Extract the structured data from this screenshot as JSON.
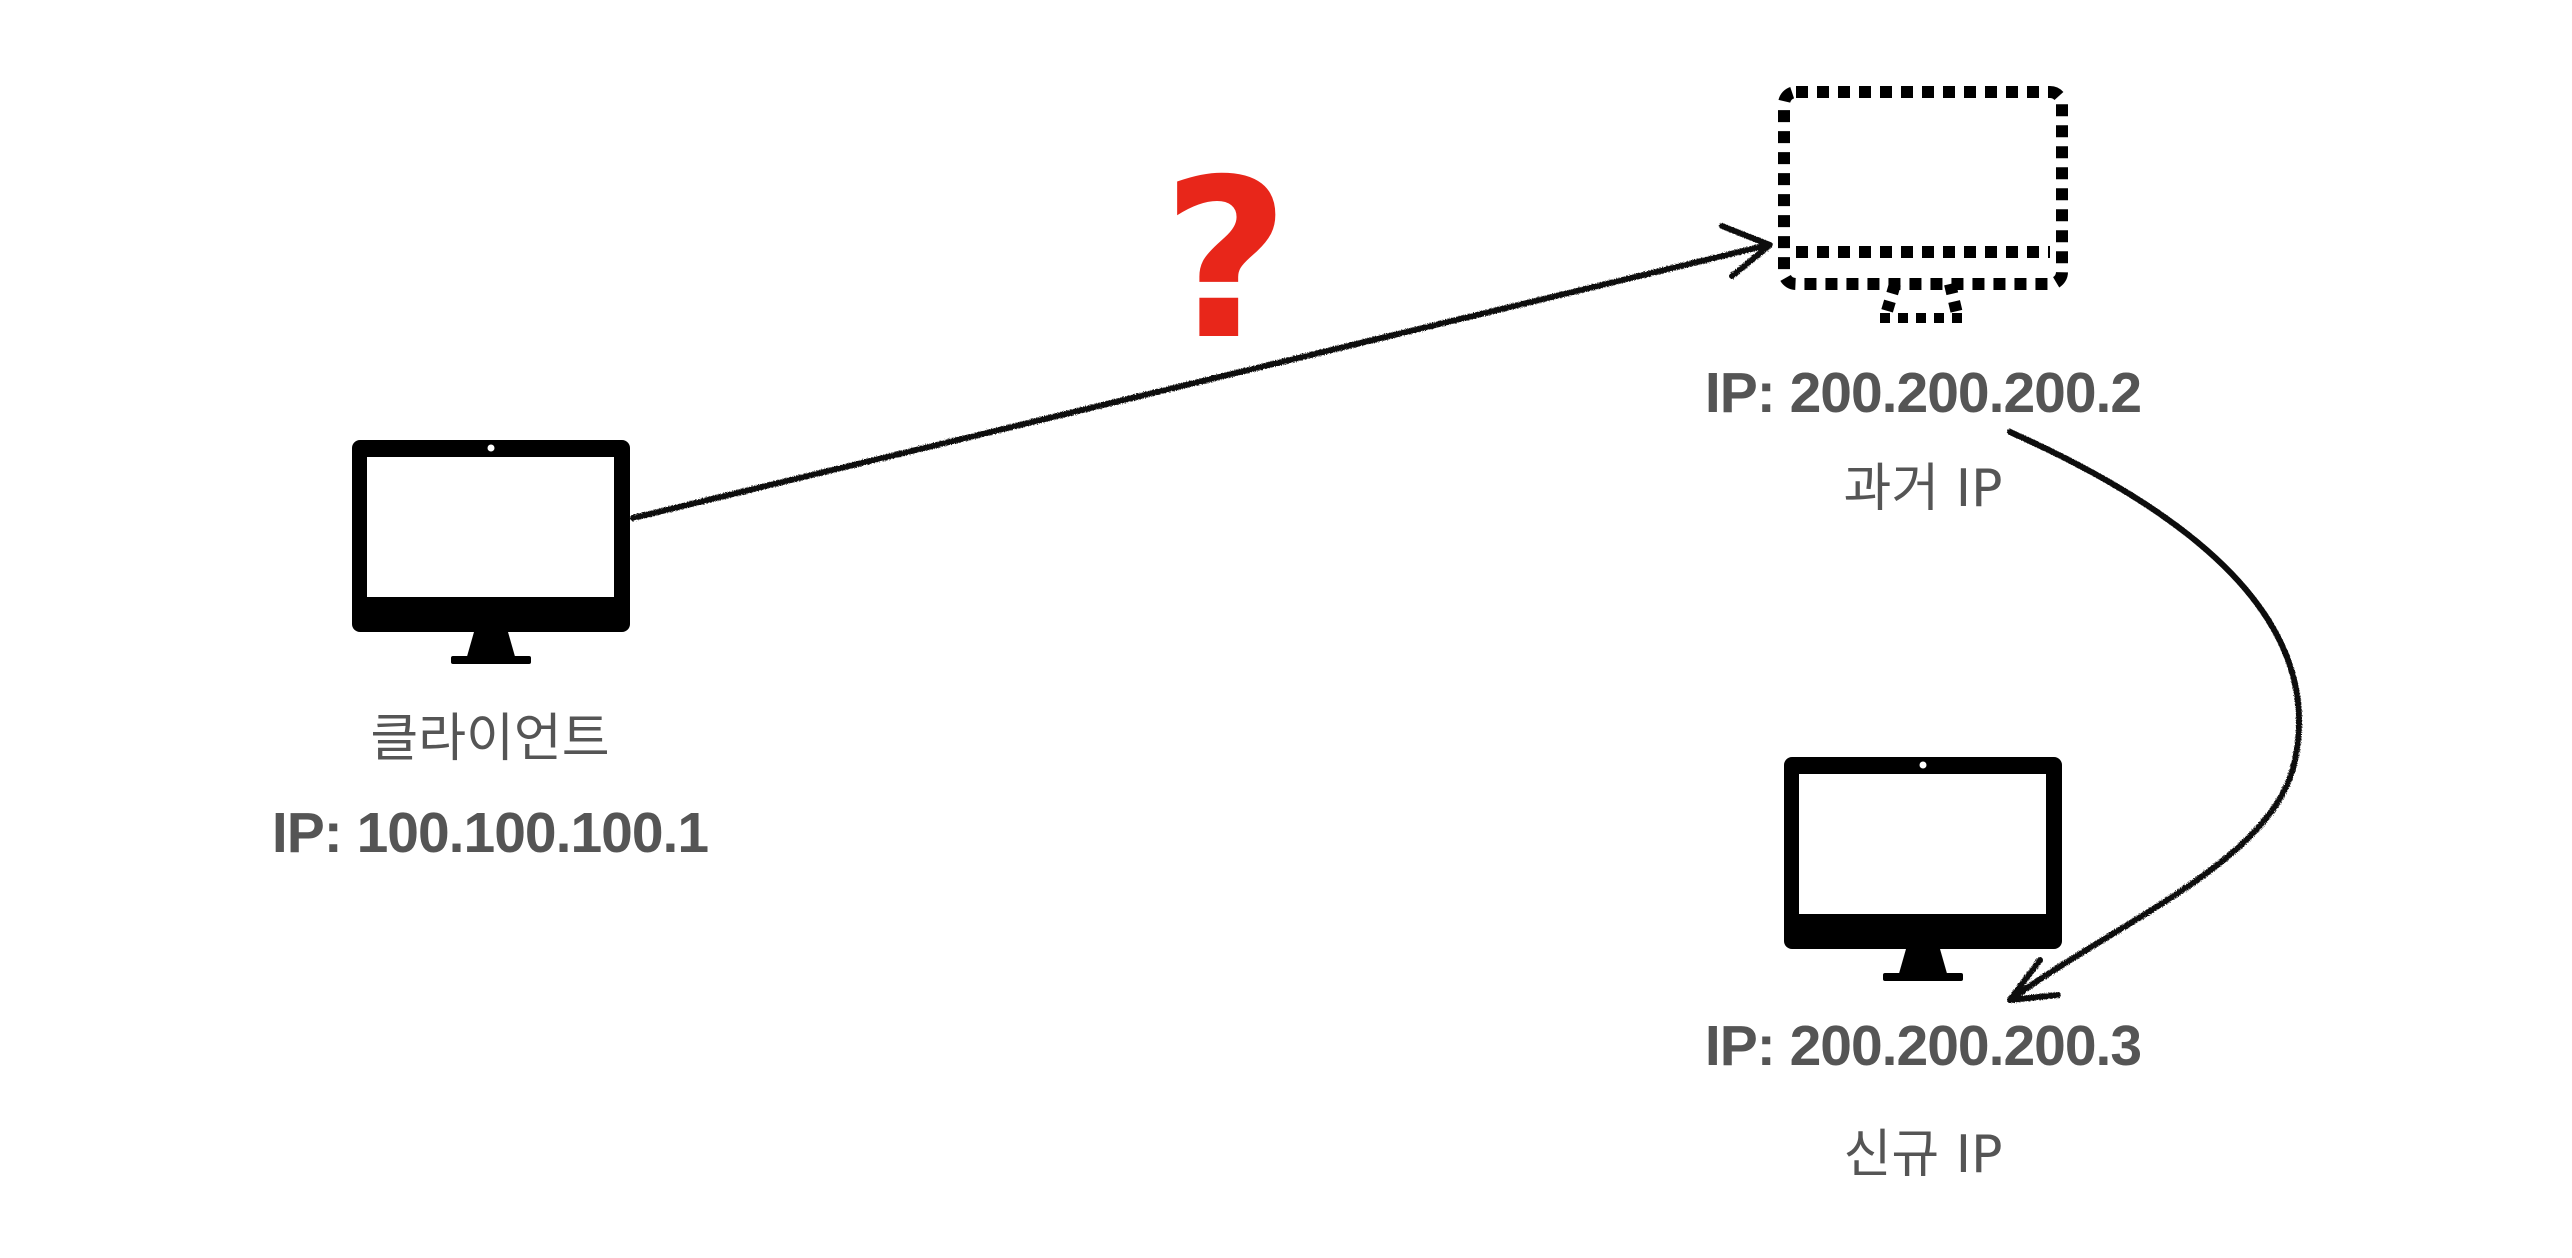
{
  "diagram": {
    "client": {
      "name": "클라이언트",
      "ip": "IP: 100.100.100.1",
      "icon": "desktop-monitor-icon"
    },
    "old_server": {
      "ip": "IP: 200.200.200.2",
      "label": "과거 IP",
      "icon": "dotted-monitor-icon"
    },
    "new_server": {
      "ip": "IP: 200.200.200.3",
      "label": "신규 IP",
      "icon": "desktop-monitor-icon"
    },
    "unknown_marker": {
      "symbol": "?",
      "color": "#e8261a"
    },
    "colors": {
      "text": "#555555",
      "icon": "#000000",
      "arrow": "#111111"
    }
  }
}
